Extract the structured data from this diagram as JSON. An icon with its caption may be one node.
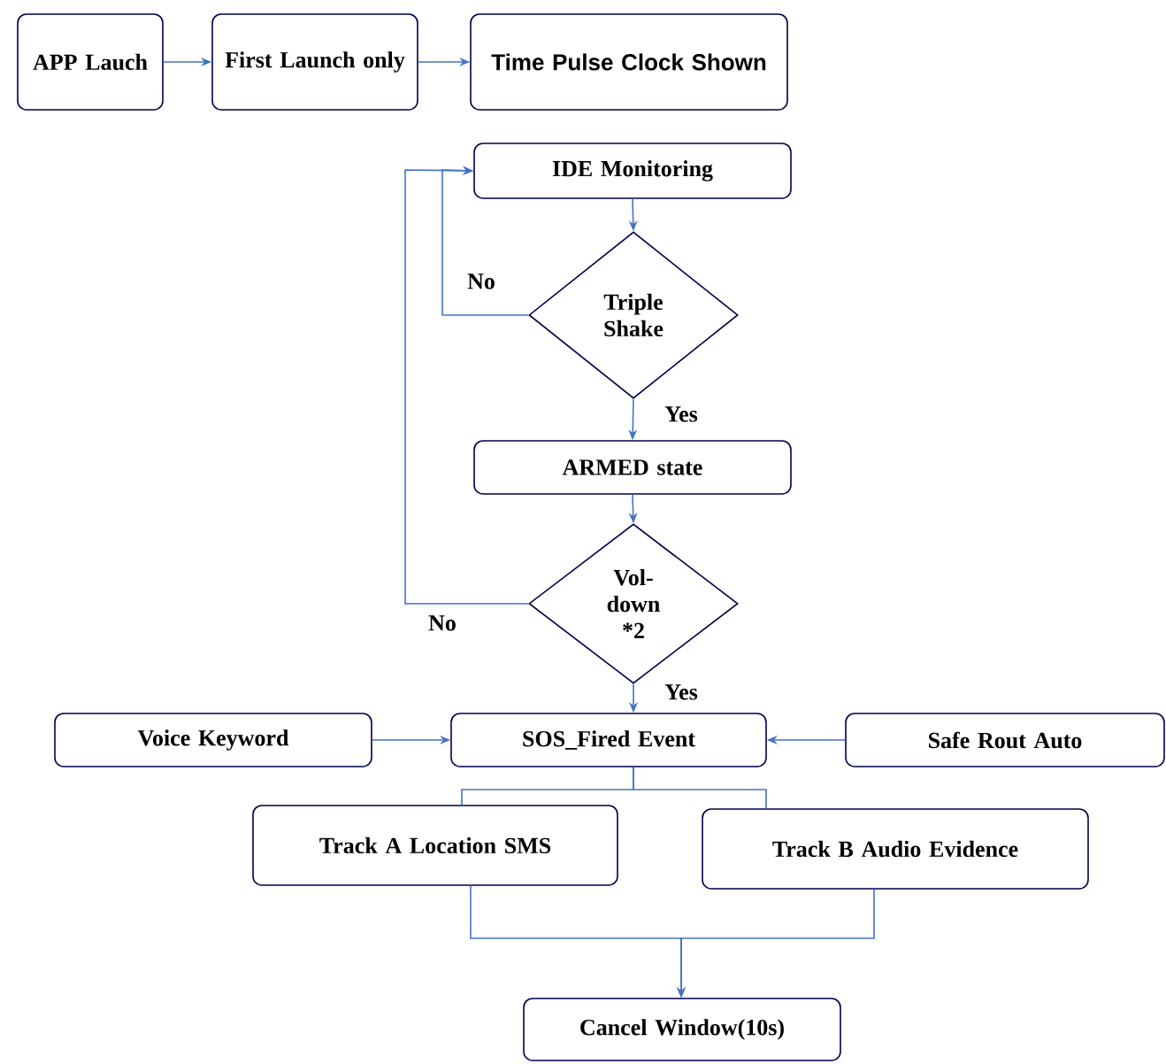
{
  "diagram": {
    "nodes": [
      {
        "text": [
          "APP Lauch"
        ]
      },
      {
        "text": [
          "First Launch only"
        ]
      },
      {
        "text": [
          "Time Pulse Clock Shown"
        ]
      },
      {
        "text": [
          "IDE Monitoring"
        ]
      },
      {
        "text": [
          "Triple Shake"
        ]
      },
      {
        "text": [
          "ARMED state"
        ]
      },
      {
        "text": [
          "Vol-down *2"
        ]
      },
      {
        "text": [
          "Voice Keyword"
        ]
      },
      {
        "text": [
          "SOS_Fired Event"
        ]
      },
      {
        "text": [
          "Safe Rout Auto"
        ]
      },
      {
        "text": [
          "Track A Location SMS"
        ]
      },
      {
        "text": [
          "Track B Audio Evidence"
        ]
      },
      {
        "text": [
          "Cancel Window(10s)"
        ]
      }
    ],
    "edges": [
      {
        "from": 0,
        "to": 1,
        "arrow": "to"
      },
      {
        "from": 1,
        "to": 2,
        "arrow": "to"
      },
      {
        "from": 3,
        "to": 4,
        "arrow": "to"
      },
      {
        "from": 4,
        "to": 3,
        "arrow": "to",
        "label": "No"
      },
      {
        "from": 4,
        "to": 5,
        "arrow": "to",
        "label": "Yes"
      },
      {
        "from": 5,
        "to": 6,
        "arrow": "to"
      },
      {
        "from": 6,
        "to": 3,
        "arrow": "to",
        "label": "No"
      },
      {
        "from": 6,
        "to": 8,
        "arrow": "to",
        "label": "Yes"
      },
      {
        "from": 7,
        "to": 8,
        "arrow": "to"
      },
      {
        "from": 9,
        "to": 8,
        "arrow": "to"
      },
      {
        "from": 8,
        "to": 10,
        "arrow": "none"
      },
      {
        "from": 8,
        "to": 11,
        "arrow": "none"
      },
      {
        "from": 10,
        "to": 12,
        "arrow": "to"
      },
      {
        "from": 11,
        "to": 12,
        "arrow": "to"
      }
    ]
  }
}
